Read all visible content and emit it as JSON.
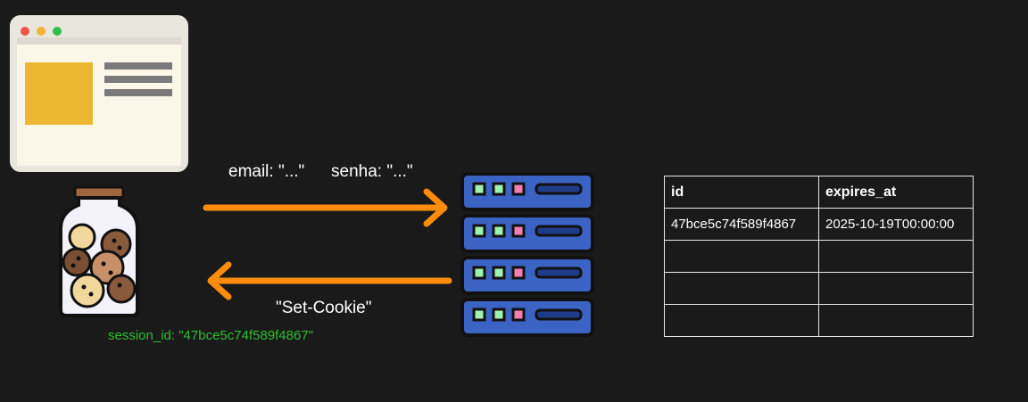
{
  "request": {
    "email": "email: \"...\"",
    "senha": "senha: \"...\""
  },
  "response": {
    "label": "\"Set-Cookie\""
  },
  "cookie": {
    "label": "session_id: \"47bce5c74f589f4867\""
  },
  "table": {
    "headers": [
      "id",
      "expires_at"
    ],
    "rows": [
      [
        "47bce5c74f589f4867",
        "2025-10-19T00:00:00"
      ],
      [
        "",
        ""
      ],
      [
        "",
        ""
      ],
      [
        "",
        ""
      ]
    ]
  },
  "colors": {
    "background": "#1a1a1a",
    "arrow": "#ff8c0a",
    "cookie_text": "#2fbf2f",
    "server": "#3b63c4",
    "browser_accent": "#ecb832"
  },
  "icons": [
    "browser-window-icon",
    "cookie-jar-icon",
    "server-rack-icon"
  ]
}
